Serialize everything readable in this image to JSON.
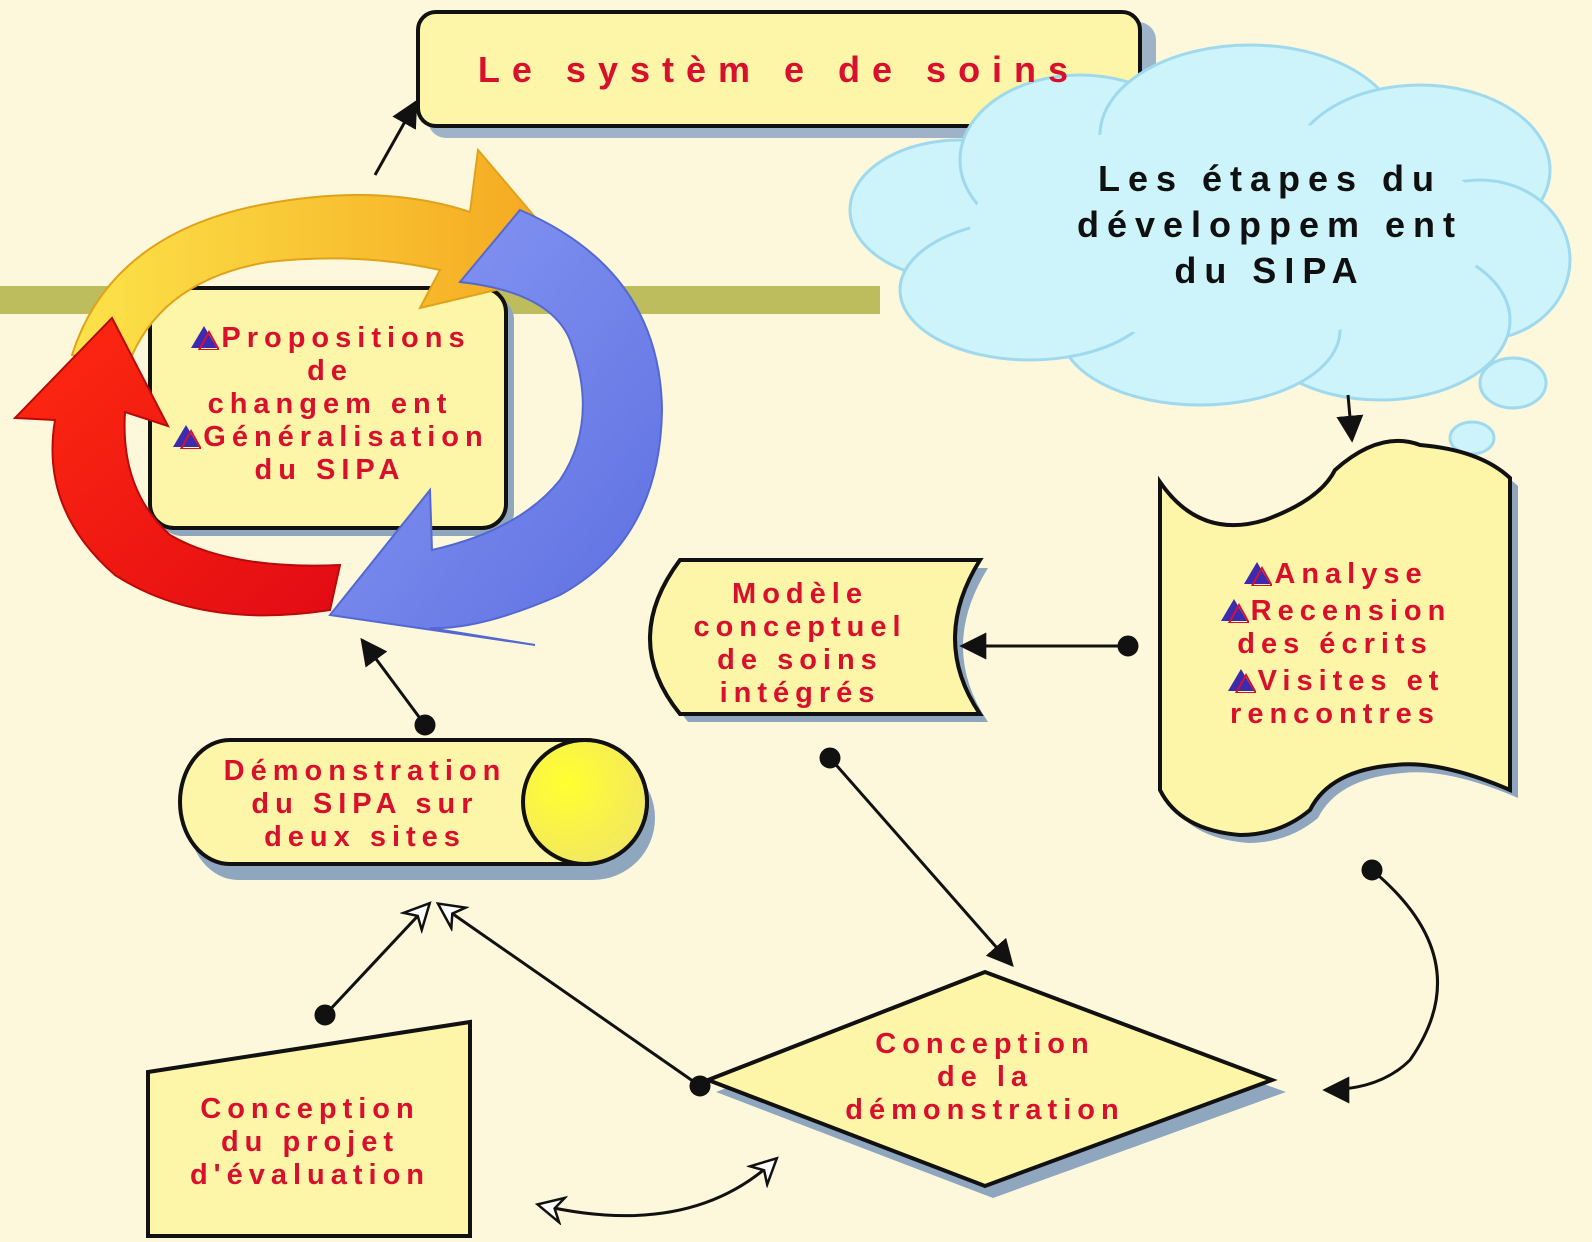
{
  "title": "Le systèm e de soins",
  "cloud": {
    "lines": [
      "Les étapes du",
      "développem ent",
      "du SIPA"
    ]
  },
  "propositions": {
    "items": [
      {
        "lines": [
          "Propositions",
          "de",
          "changem ent"
        ]
      },
      {
        "lines": [
          "Généralisation",
          "du SIPA"
        ]
      }
    ]
  },
  "modele": {
    "lines": [
      "Modèle",
      "conceptuel",
      "de soins",
      "intégrés"
    ]
  },
  "analyse": {
    "items": [
      {
        "lines": [
          "Analyse"
        ]
      },
      {
        "lines": [
          "Recension",
          "des écrits"
        ]
      },
      {
        "lines": [
          "Visites et",
          "rencontres"
        ]
      }
    ]
  },
  "demonstration_sites": {
    "lines": [
      "Démonstration",
      "du SIPA sur",
      "deux sites"
    ]
  },
  "conception_demo": {
    "lines": [
      "Conception",
      "de la",
      "démonstration"
    ]
  },
  "conception_projet": {
    "lines": [
      "Conception",
      "du projet",
      "d'évaluation"
    ]
  },
  "colors": {
    "background": "#fdf8dc",
    "shape_fill": "#fdf6a8",
    "label_red": "#d8102e",
    "cloud_fill": "#ccf2fb",
    "band": "#bdbd5e",
    "arrow_yellow": "#fbc52a",
    "arrow_blue": "#7e8fef",
    "arrow_red": "#f01010",
    "bullet_icon": "#3b2bb0"
  }
}
